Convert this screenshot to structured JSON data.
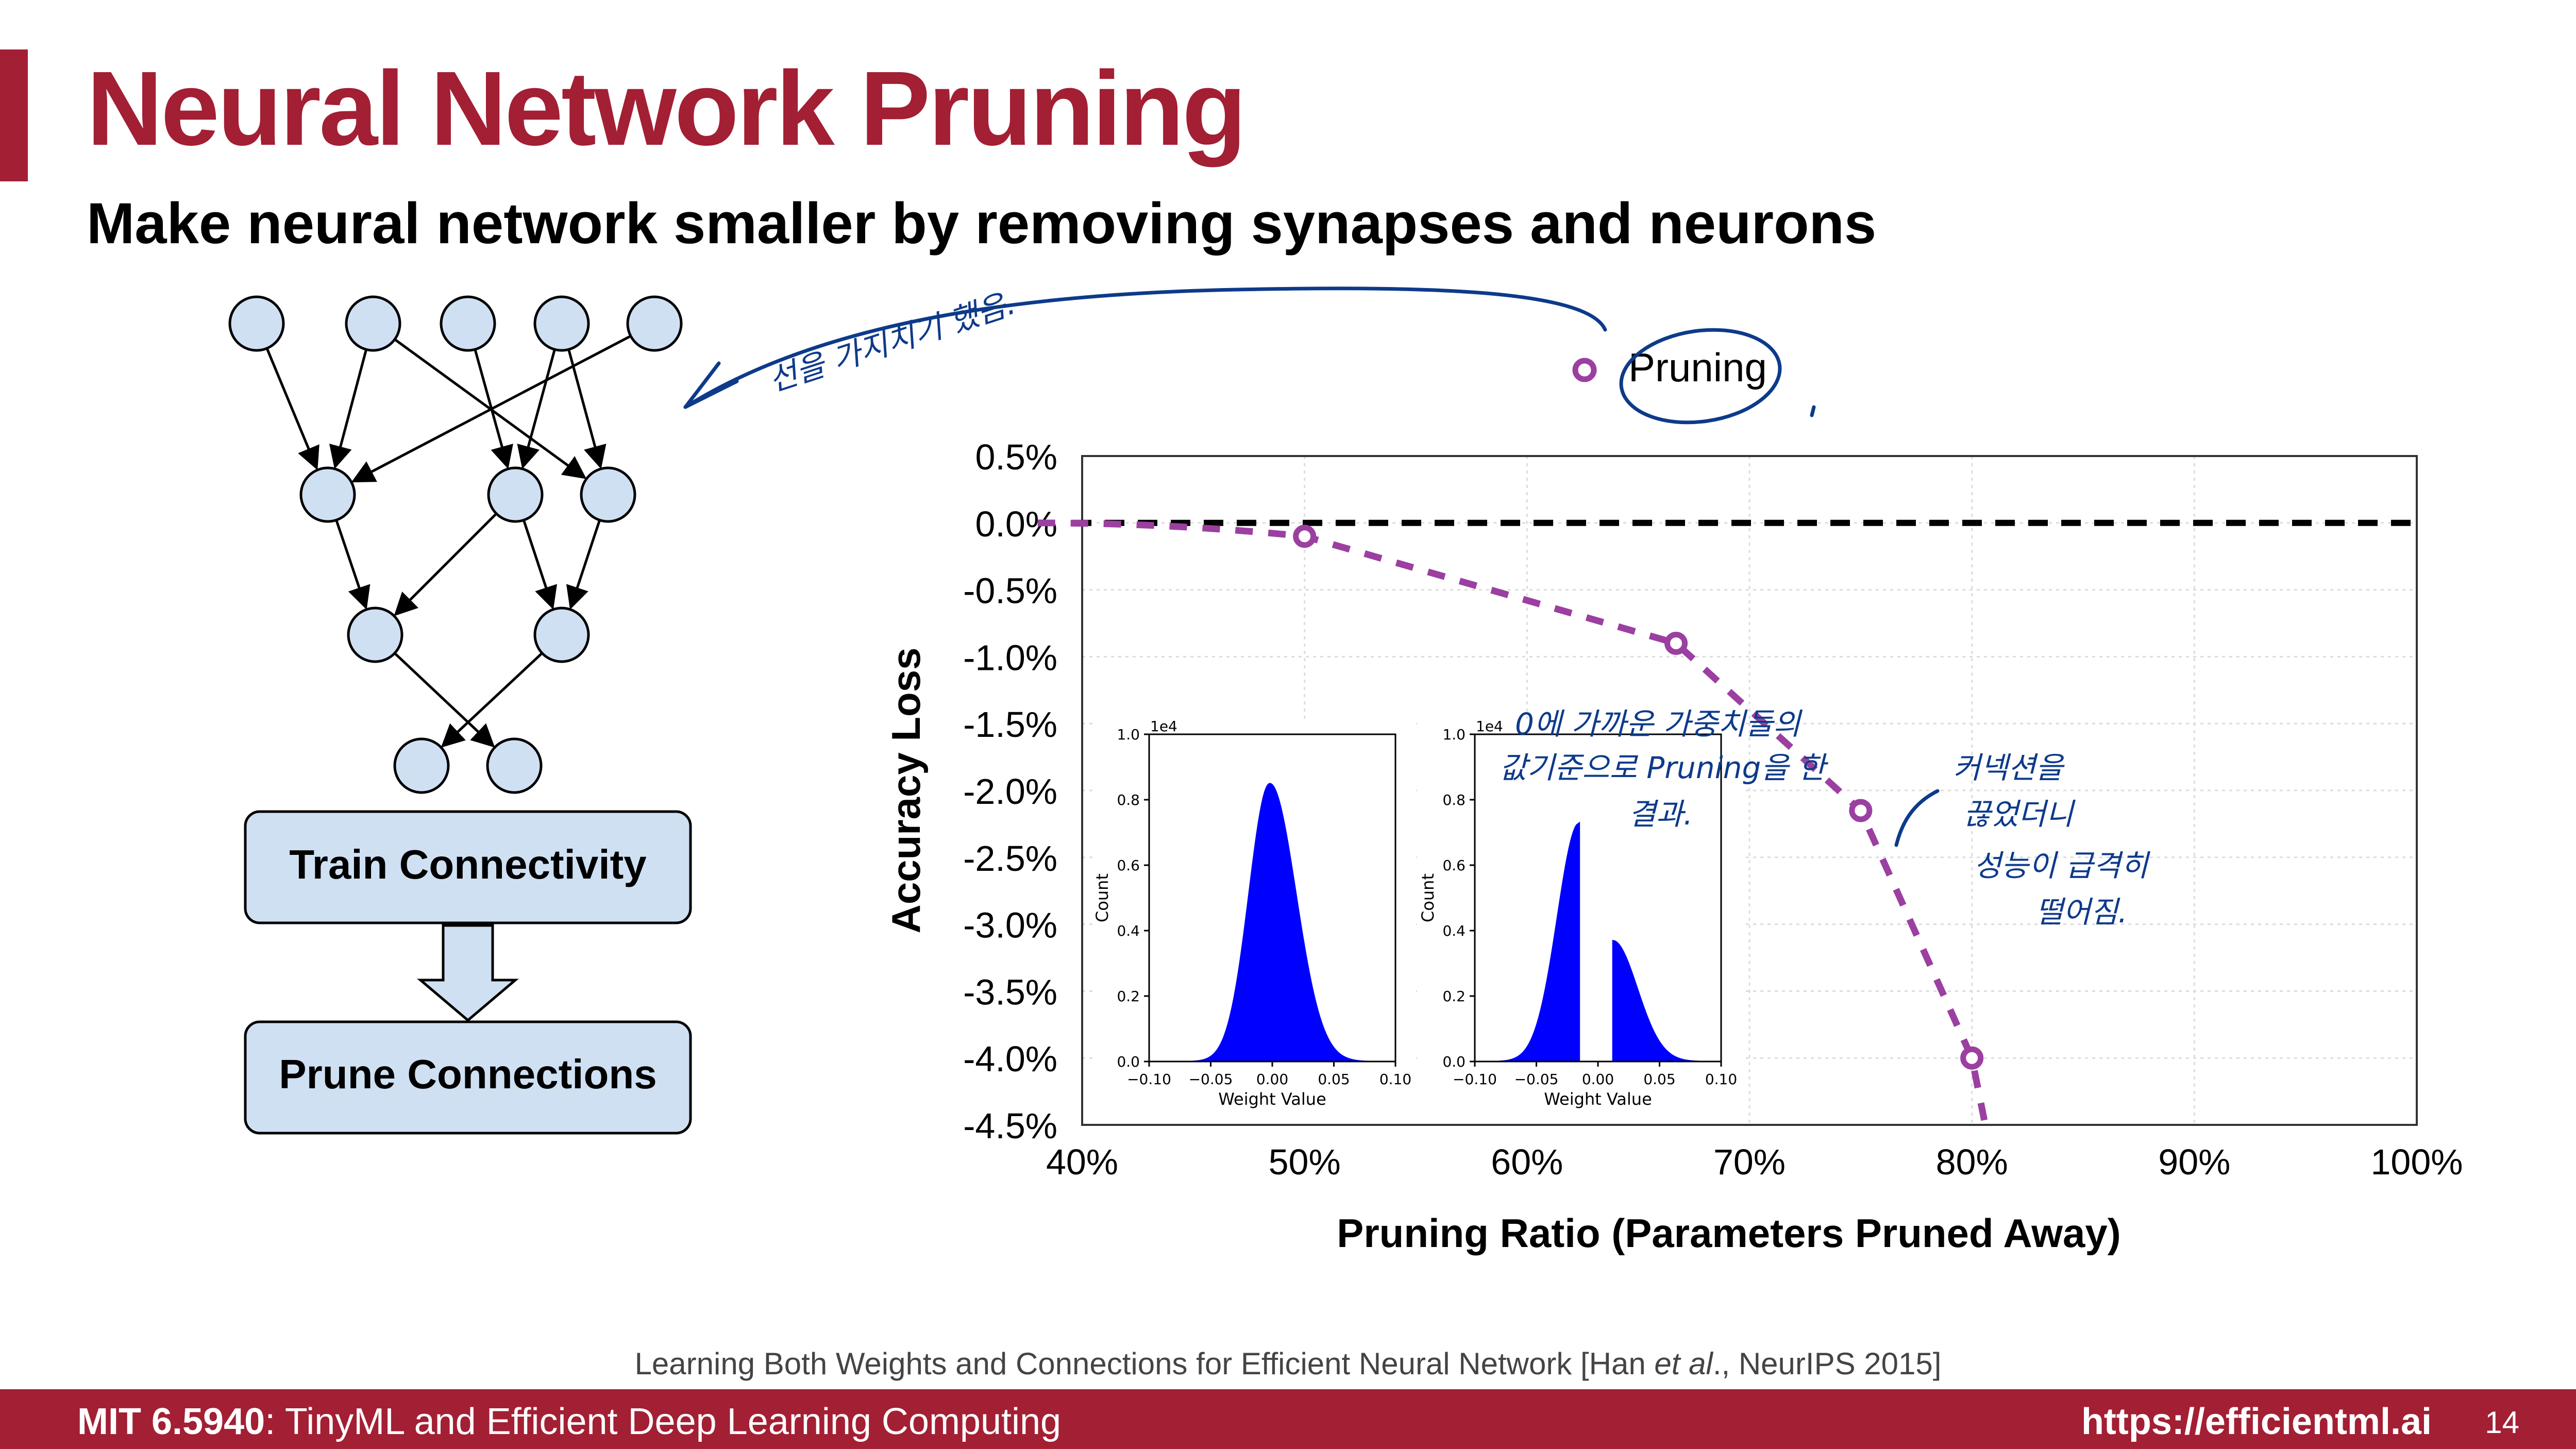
{
  "slide": {
    "title": "Neural Network Pruning",
    "subtitle": "Make neural network smaller by removing synapses and neurons",
    "citation_prefix": "Learning Both Weights and Connections for Efficient Neural Network [Han ",
    "citation_italic": "et al",
    "citation_suffix": "., NeurIPS 2015]",
    "footer_course": "MIT 6.5940",
    "footer_course_rest": ": TinyML and Efficient Deep Learning Computing",
    "footer_url": "https://efficientml.ai",
    "page_number": "14",
    "accent_color": "#a31f34"
  },
  "diagram": {
    "train_label": "Train Connectivity",
    "prune_label": "Prune Connections",
    "node_fill": "#cfe0f3"
  },
  "annotations": {
    "lines_note": "선을 가지치기 했음.",
    "histogram_note_lines": [
      "0에 가까운 가중치들의",
      "값기준으로 Pruning을 한",
      "결과."
    ],
    "drop_note_lines": [
      "커넥션을",
      "끊었더니",
      "성능이 급격히",
      "떨어짐."
    ],
    "ink_color": "#0d3a8a"
  },
  "chart_data": [
    {
      "type": "line",
      "legend": "Pruning",
      "xlabel": "Pruning Ratio (Parameters Pruned Away)",
      "ylabel": "Accuracy Loss",
      "xlim": [
        40,
        100
      ],
      "ylim": [
        -4.5,
        0.5
      ],
      "x_ticks": [
        "40%",
        "50%",
        "60%",
        "70%",
        "80%",
        "90%",
        "100%"
      ],
      "y_ticks": [
        "0.5%",
        "0.0%",
        "-0.5%",
        "-1.0%",
        "-1.5%",
        "-2.0%",
        "-2.5%",
        "-3.0%",
        "-3.5%",
        "-4.0%",
        "-4.5%"
      ],
      "baseline": 0.0,
      "series": [
        {
          "x": [
            50,
            66.7,
            75,
            80
          ],
          "y": [
            -0.1,
            -0.9,
            -2.15,
            -4.0
          ]
        }
      ],
      "series_color": "#9b3fa0"
    },
    {
      "type": "histogram",
      "xlabel": "Weight Value",
      "ylabel": "Count",
      "scale_label": "1e4",
      "x_ticks": [
        "−0.10",
        "−0.05",
        "0.00",
        "0.05",
        "0.10"
      ],
      "y_ticks": [
        "0.0",
        "0.2",
        "0.4",
        "0.6",
        "0.8",
        "1.0"
      ],
      "xlim": [
        -0.1,
        0.1
      ],
      "ylim": [
        0,
        1.0
      ],
      "peak": 0.85,
      "center": -0.002,
      "color": "#0000ff"
    },
    {
      "type": "histogram",
      "xlabel": "Weight Value",
      "ylabel": "Count",
      "scale_label": "1e4",
      "x_ticks": [
        "−0.10",
        "−0.05",
        "0.00",
        "0.05",
        "0.10"
      ],
      "y_ticks": [
        "0.0",
        "0.2",
        "0.4",
        "0.6",
        "0.8",
        "1.0"
      ],
      "xlim": [
        -0.1,
        0.1
      ],
      "ylim": [
        0,
        1.0
      ],
      "left_peak": 0.73,
      "right_peak": 0.37,
      "gap": [
        -0.015,
        0.012
      ],
      "color": "#0000ff"
    }
  ]
}
